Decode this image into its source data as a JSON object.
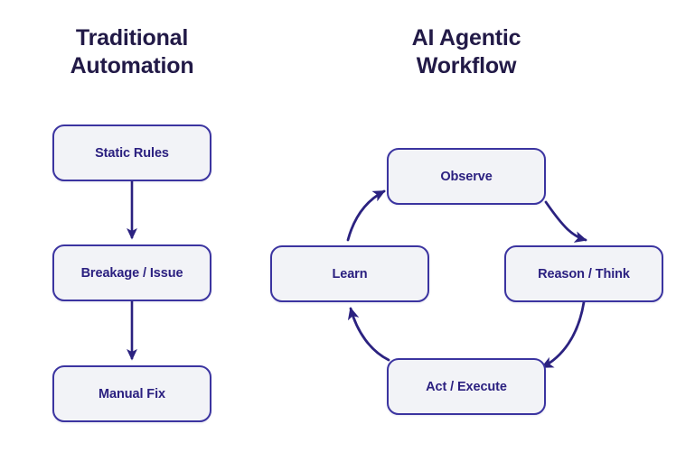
{
  "theme": {
    "background": "#ffffff",
    "box_fill": "#f2f3f7",
    "box_border": "#3b34a0",
    "box_text": "#2b2080",
    "title_text": "#221a47",
    "arrow": "#2b2280"
  },
  "columns": {
    "left": {
      "title": "Traditional\nAutomation",
      "nodes": [
        {
          "id": "static-rules",
          "label": "Static Rules"
        },
        {
          "id": "breakage-issue",
          "label": "Breakage / Issue"
        },
        {
          "id": "manual-fix",
          "label": "Manual Fix"
        }
      ],
      "connectors": [
        {
          "from": "static-rules",
          "to": "breakage-issue",
          "style": "straight-down",
          "arrowhead": true
        },
        {
          "from": "breakage-issue",
          "to": "manual-fix",
          "style": "straight-down",
          "arrowhead": true
        }
      ]
    },
    "right": {
      "title": "AI Agentic\nWorkflow",
      "nodes": [
        {
          "id": "observe",
          "label": "Observe"
        },
        {
          "id": "reason-think",
          "label": "Reason / Think"
        },
        {
          "id": "act-execute",
          "label": "Act / Execute"
        },
        {
          "id": "learn",
          "label": "Learn"
        }
      ],
      "connectors": [
        {
          "from": "observe",
          "to": "reason-think",
          "style": "curve-clockwise",
          "arrowhead": true
        },
        {
          "from": "reason-think",
          "to": "act-execute",
          "style": "curve-clockwise",
          "arrowhead": true
        },
        {
          "from": "act-execute",
          "to": "learn",
          "style": "curve-clockwise",
          "arrowhead": true
        },
        {
          "from": "learn",
          "to": "observe",
          "style": "curve-clockwise",
          "arrowhead": true
        }
      ],
      "cycle": true
    }
  }
}
